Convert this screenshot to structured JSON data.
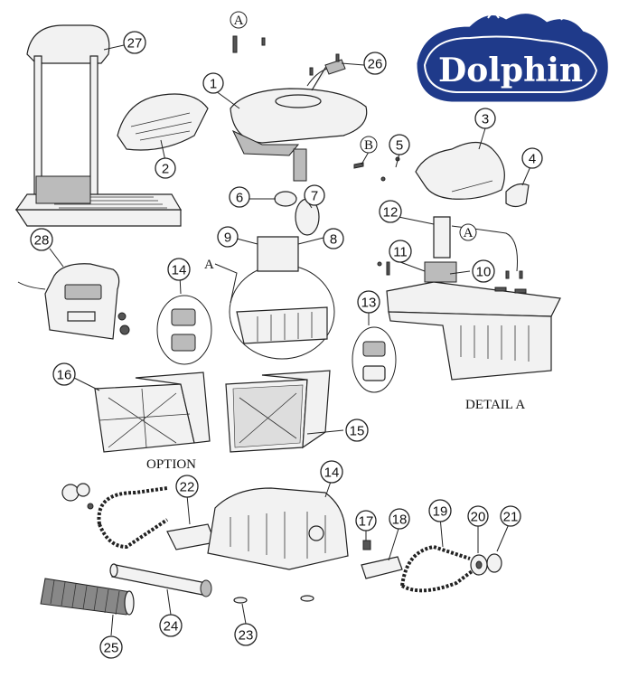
{
  "logo": {
    "text": "Dolphin",
    "primary_color": "#1f3a8a",
    "secondary_color": "#ffffff"
  },
  "labels": {
    "detail": "DETAIL A",
    "option": "OPTION",
    "ref_a": "A",
    "ref_b": "B"
  },
  "callouts": {
    "c1": "1",
    "c2": "2",
    "c3": "3",
    "c4": "4",
    "c5": "5",
    "c6": "6",
    "c7": "7",
    "c8": "8",
    "c9": "9",
    "c10": "10",
    "c11": "11",
    "c12": "12",
    "c13": "13",
    "c14a": "14",
    "c14b": "14",
    "c15": "15",
    "c16": "16",
    "c17": "17",
    "c18": "18",
    "c19": "19",
    "c20": "20",
    "c21": "21",
    "c22": "22",
    "c23": "23",
    "c24": "24",
    "c25": "25",
    "c26": "26",
    "c27": "27",
    "c28": "28"
  }
}
